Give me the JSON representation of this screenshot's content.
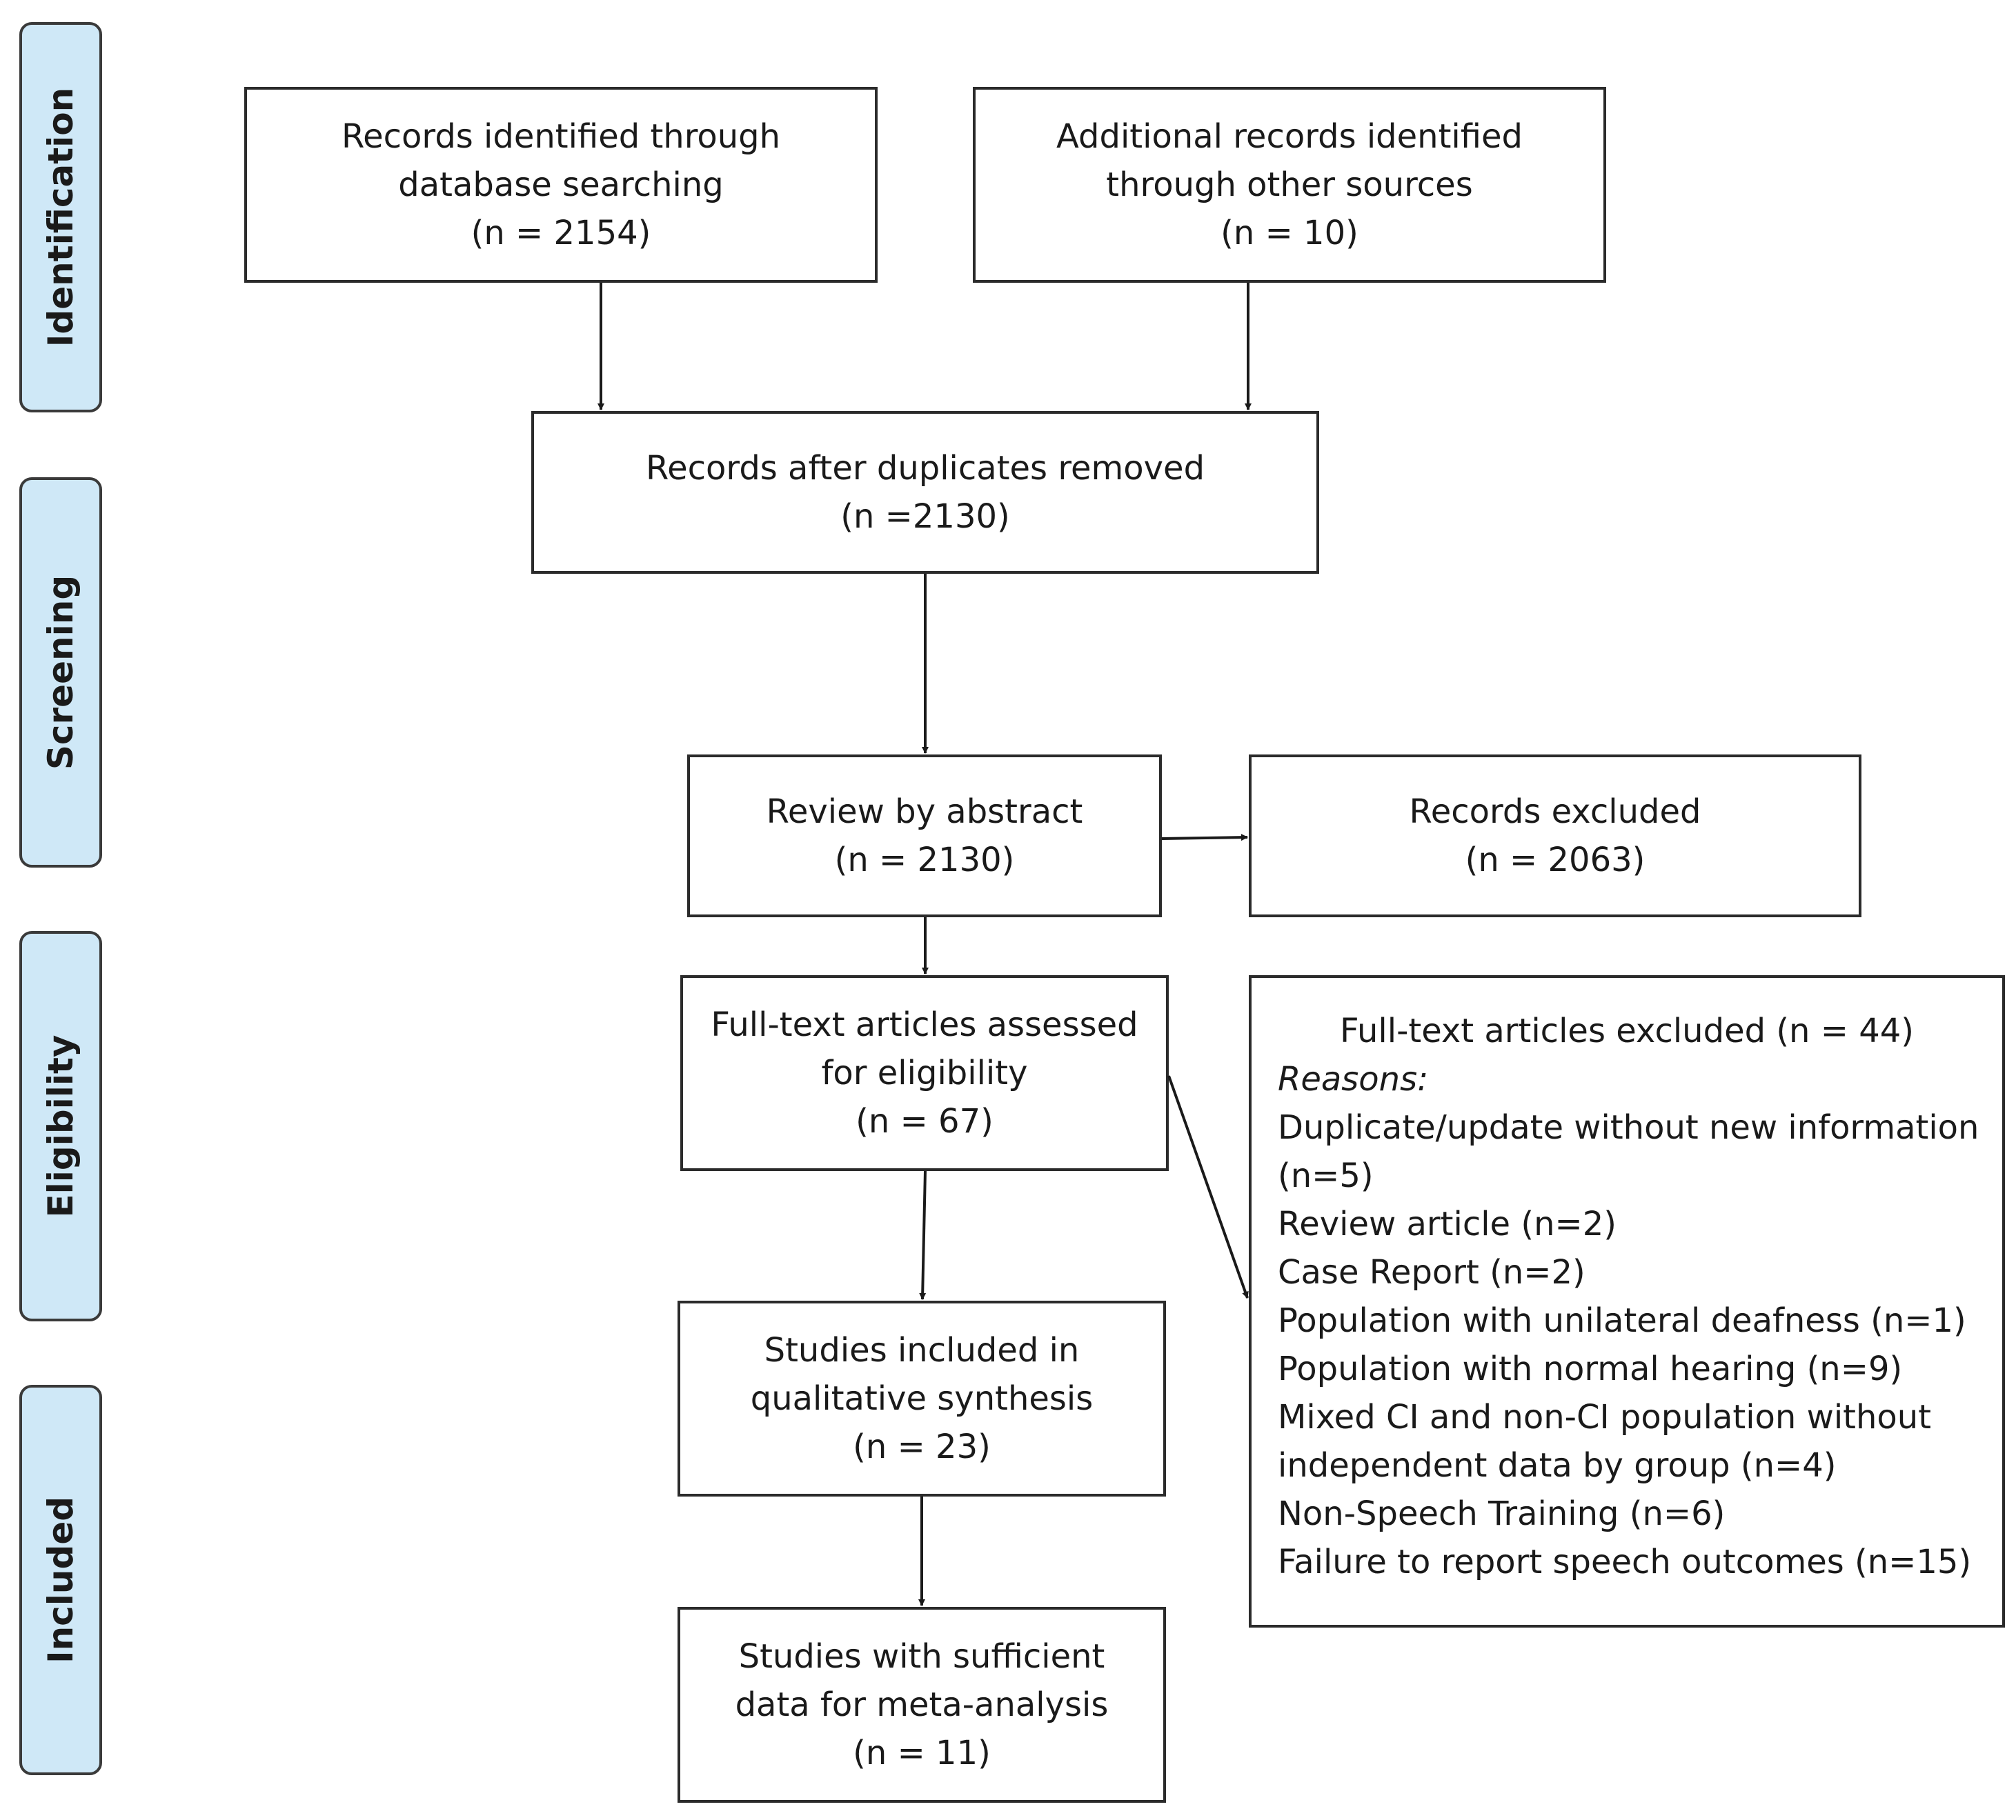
{
  "stages": {
    "identification": "Identification",
    "screening": "Screening",
    "eligibility": "Eligibility",
    "included": "Included"
  },
  "boxes": {
    "db_search": {
      "lines": [
        "Records identified through",
        "database searching",
        "(n = 2154)"
      ]
    },
    "other_sources": {
      "lines": [
        "Additional records identified",
        "through other sources",
        "(n = 10)"
      ]
    },
    "dup_removed": {
      "lines": [
        "Records after duplicates removed",
        "(n =2130)"
      ]
    },
    "abstract_review": {
      "lines": [
        "Review by abstract",
        "(n = 2130)"
      ]
    },
    "records_excluded": {
      "lines": [
        "Records excluded",
        "(n = 2063)"
      ]
    },
    "fulltext_assessed": {
      "lines": [
        "Full-text articles assessed",
        "for eligibility",
        "(n = 67)"
      ]
    },
    "qualitative": {
      "lines": [
        "Studies included in",
        "qualitative synthesis",
        "(n = 23)"
      ]
    },
    "meta_analysis": {
      "lines": [
        "Studies with sufficient",
        "data for meta-analysis",
        "(n = 11)"
      ]
    }
  },
  "fulltext_excluded": {
    "header": "Full-text articles excluded (n = 44)",
    "reasons_label": "Reasons:",
    "reasons": [
      "Duplicate/update without new information",
      "(n=5)",
      "Review article (n=2)",
      "Case Report (n=2)",
      "Population with unilateral deafness (n=1)",
      "Population with normal hearing (n=9)",
      "Mixed CI and non-CI population without",
      "independent data by group (n=4)",
      "Non-Speech Training (n=6)",
      "Failure to report speech outcomes (n=15)"
    ]
  }
}
